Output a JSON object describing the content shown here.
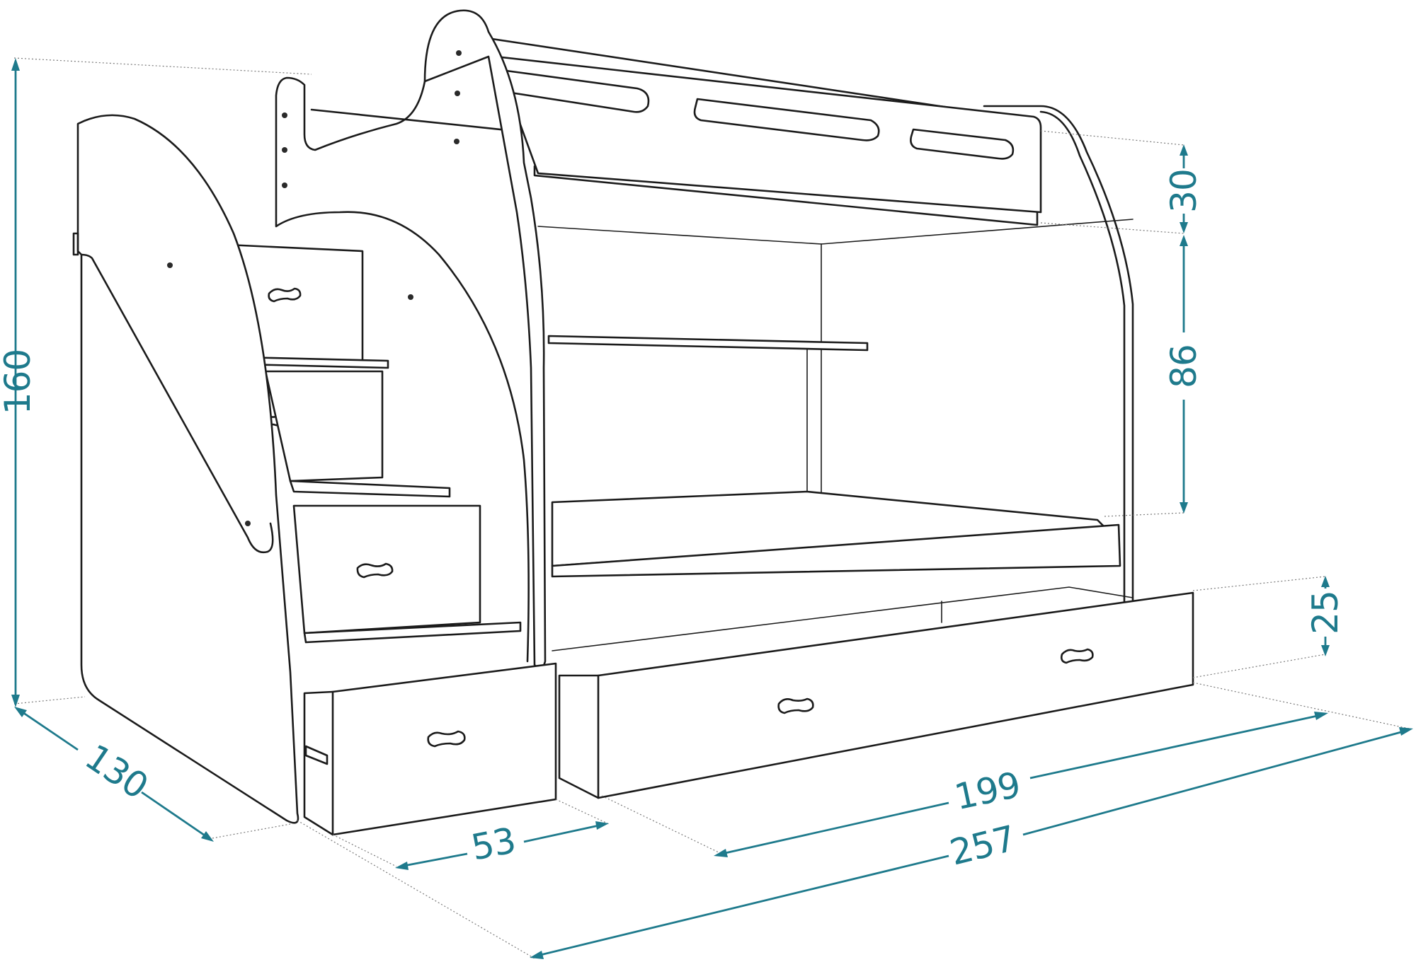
{
  "colors": {
    "dimension": "#1e7a8c",
    "outline": "#1b1b1b",
    "background": "#ffffff"
  },
  "dimensions": {
    "total_height": "160",
    "depth": "130",
    "top_guard": "30",
    "bed_clearance": "86",
    "drawer_height": "25",
    "step_drawer_width": "53",
    "bed_length": "199",
    "total_length": "257"
  }
}
